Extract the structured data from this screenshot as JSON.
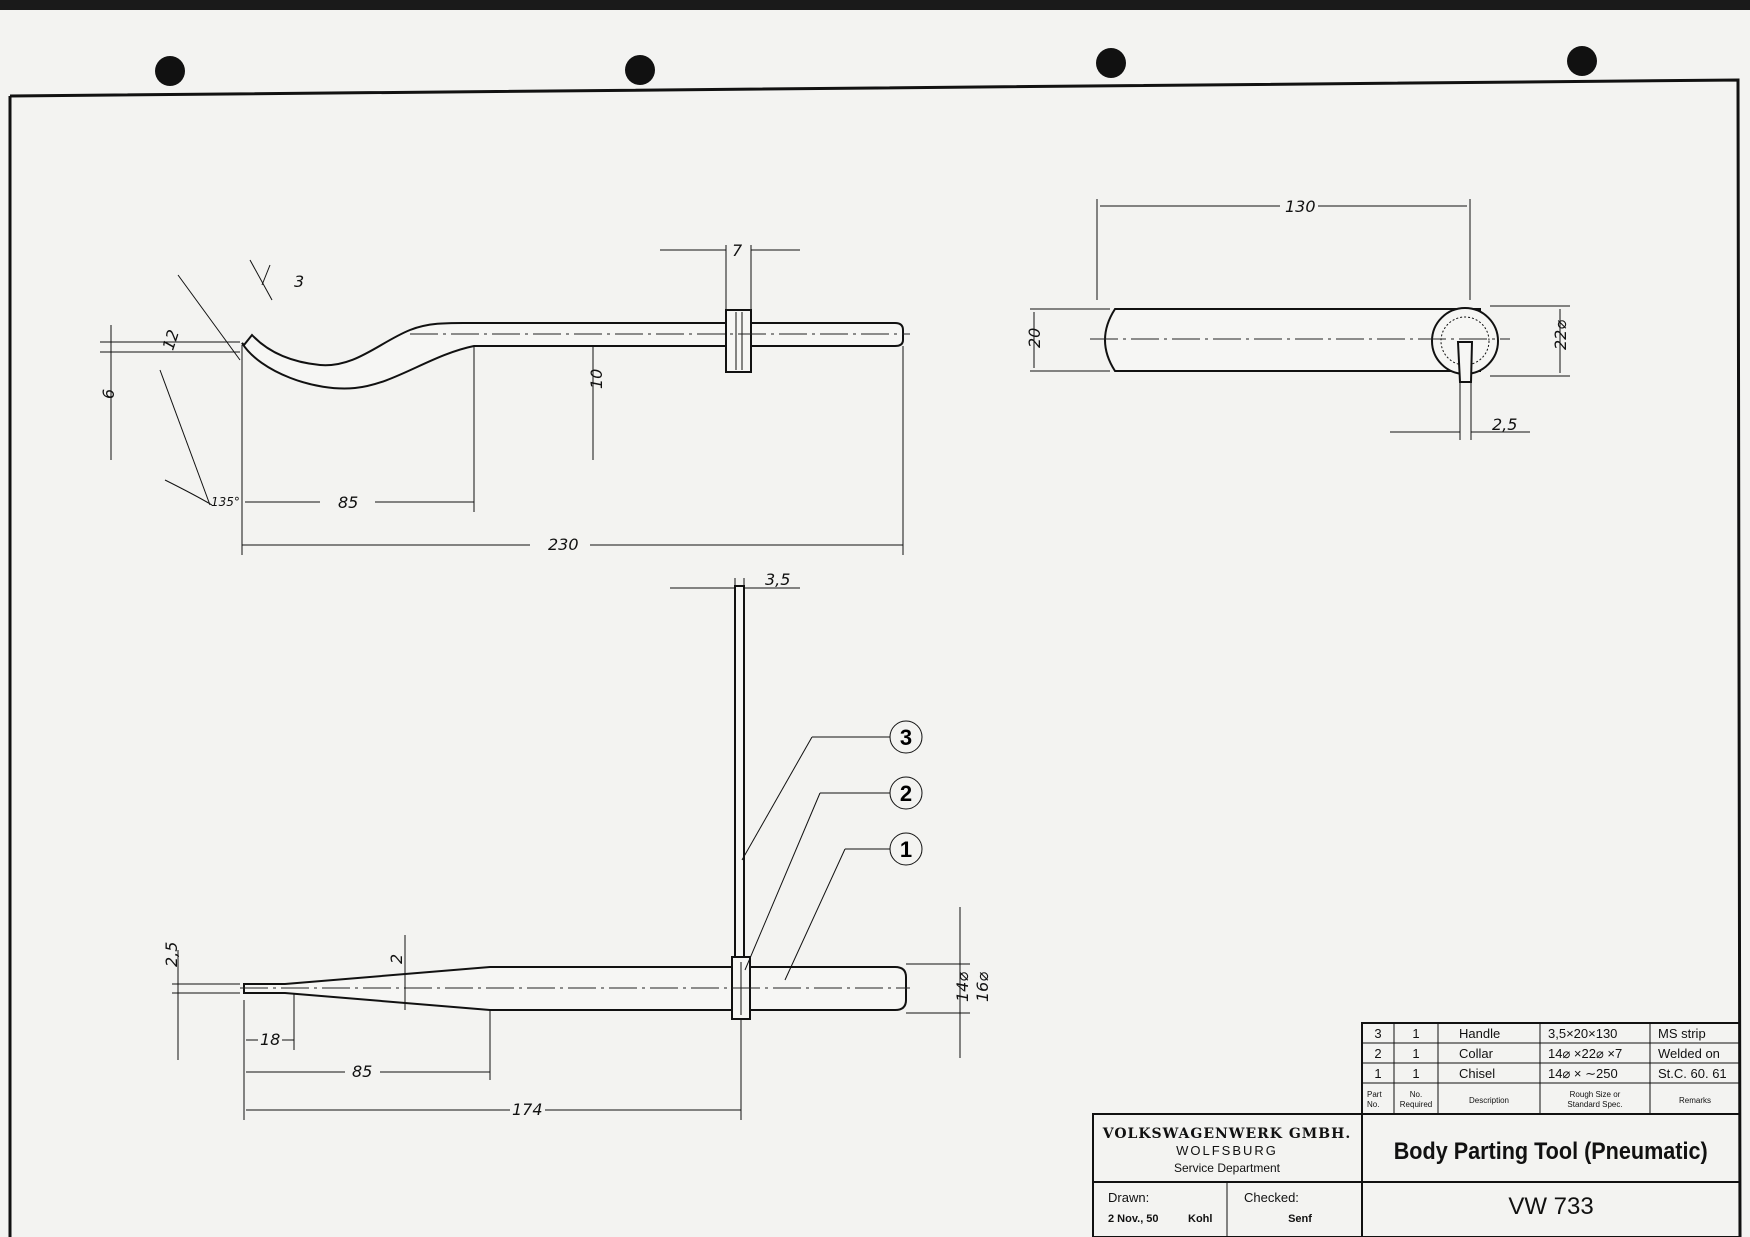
{
  "dimensions": {
    "side": {
      "d3": "3",
      "d12": "12",
      "d6": "6",
      "d10": "10",
      "d7": "7",
      "d85": "85",
      "d230": "230",
      "d135": "135°"
    },
    "end": {
      "d130": "130",
      "d20": "20",
      "d22": "22⌀",
      "d25": "2,5"
    },
    "top": {
      "d35": "3,5",
      "d25": "2,5",
      "d2": "2",
      "d18": "18",
      "d85": "85",
      "d174": "174",
      "d14": "14⌀",
      "d16": "16⌀"
    }
  },
  "balloons": [
    "3",
    "2",
    "1"
  ],
  "parts_list": {
    "rows": [
      {
        "part_no": "3",
        "qty": "1",
        "description": "Handle",
        "size": "3,5×20×130",
        "remarks": "MS strip"
      },
      {
        "part_no": "2",
        "qty": "1",
        "description": "Collar",
        "size": "14⌀ ×22⌀ ×7",
        "remarks": "Welded on"
      },
      {
        "part_no": "1",
        "qty": "1",
        "description": "Chisel",
        "size": "14⌀ × ∼250",
        "remarks": "St.C. 60. 61"
      }
    ],
    "headers": {
      "part_no_1": "Part",
      "part_no_2": "No.",
      "qty_1": "No.",
      "qty_2": "Required",
      "description": "Description",
      "size_1": "Rough Size or",
      "size_2": "Standard Spec.",
      "remarks": "Remarks"
    }
  },
  "title_block": {
    "company": "VOLKSWAGENWERK GMBH.",
    "city": "WOLFSBURG",
    "department": "Service Department",
    "drawn_label": "Drawn:",
    "drawn_date": "2 Nov., 50",
    "drawn_by": "Kohl",
    "checked_label": "Checked:",
    "checked_by": "Senf",
    "title": "Body Parting Tool (Pneumatic)",
    "drawing_no": "VW 733"
  }
}
